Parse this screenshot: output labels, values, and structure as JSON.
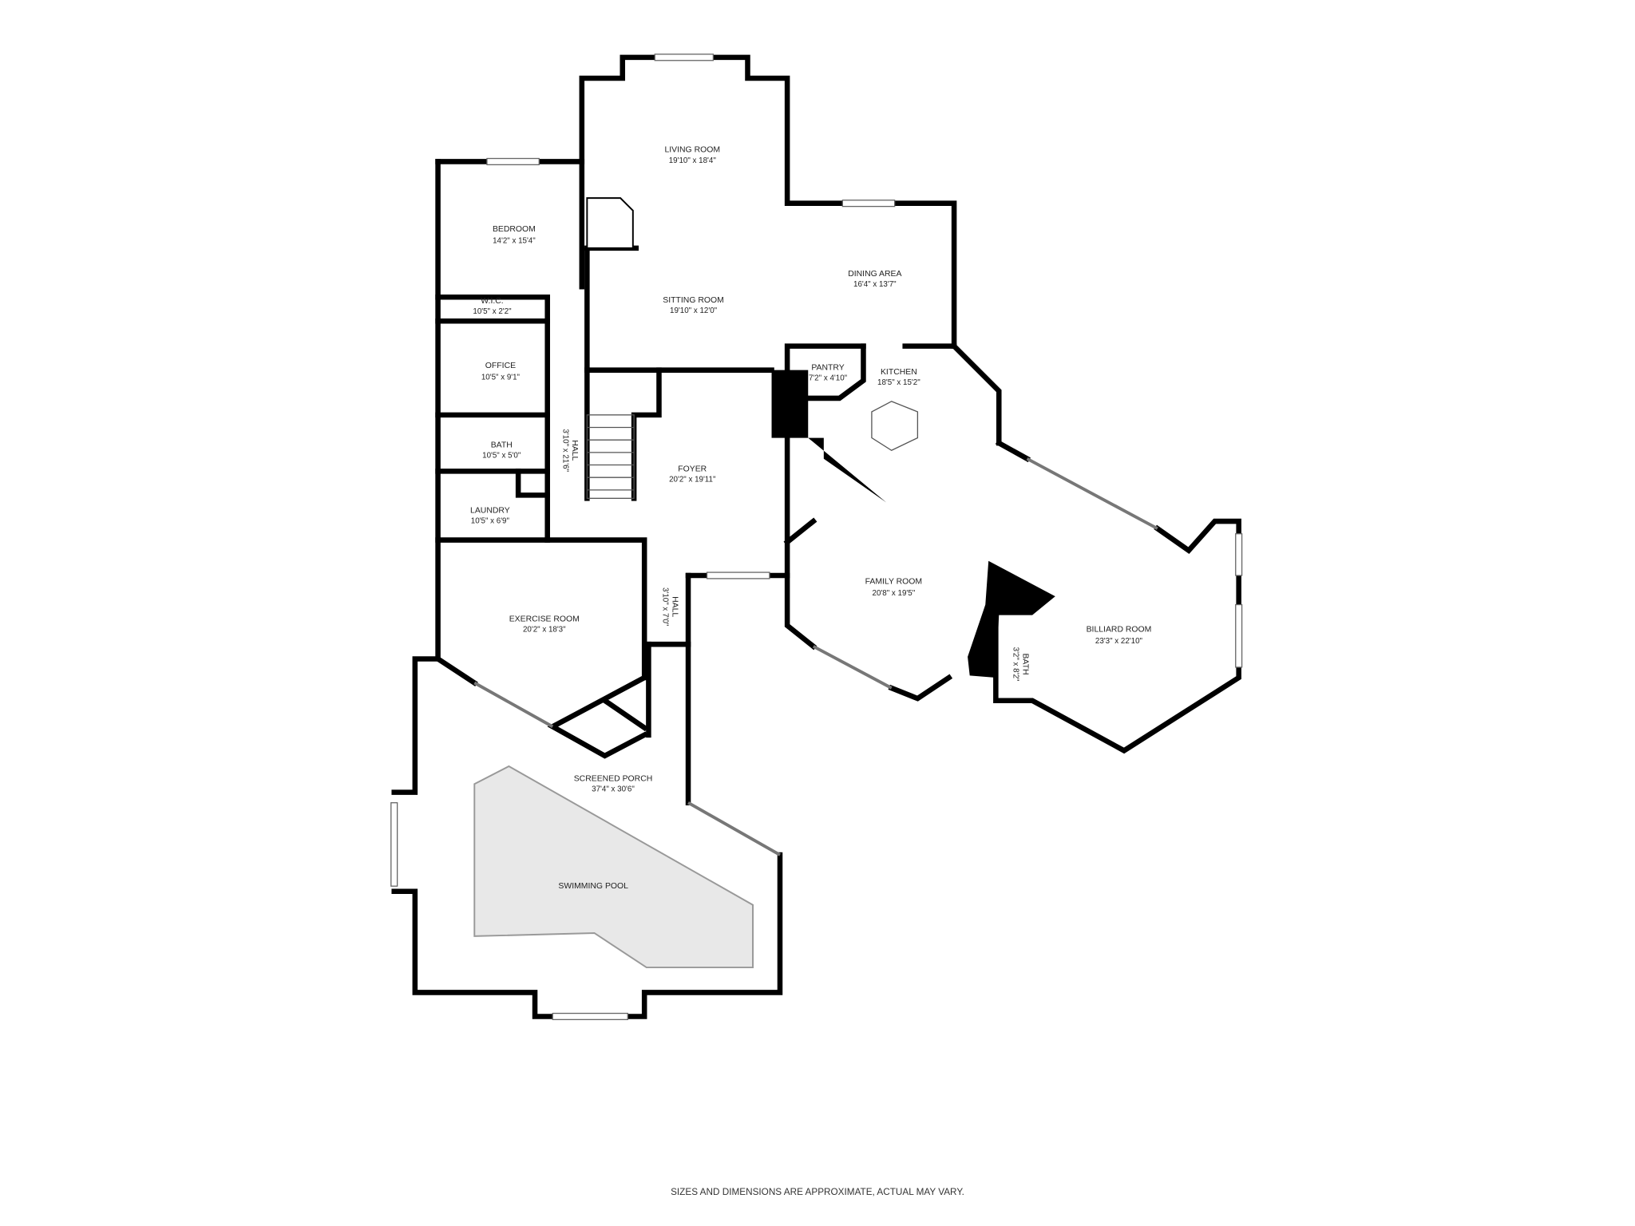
{
  "rooms": {
    "living_room": {
      "name": "LIVING ROOM",
      "dim": "19'10\" x 18'4\""
    },
    "bedroom": {
      "name": "BEDROOM",
      "dim": "14'2\" x 15'4\""
    },
    "wic": {
      "name": "W.I.C.",
      "dim": "10'5\" x 2'2\""
    },
    "office": {
      "name": "OFFICE",
      "dim": "10'5\" x 9'1\""
    },
    "bath": {
      "name": "BATH",
      "dim": "10'5\" x 5'0\""
    },
    "laundry": {
      "name": "LAUNDRY",
      "dim": "10'5\" x 6'9\""
    },
    "hall_1": {
      "name": "HALL",
      "dim": "3'10\" x 21'6\""
    },
    "sitting_room": {
      "name": "SITTING ROOM",
      "dim": "19'10\" x 12'0\""
    },
    "dining_area": {
      "name": "DINING AREA",
      "dim": "16'4\" x 13'7\""
    },
    "pantry": {
      "name": "PANTRY",
      "dim": "7'2\" x 4'10\""
    },
    "kitchen": {
      "name": "KITCHEN",
      "dim": "18'5\" x 15'2\""
    },
    "foyer": {
      "name": "FOYER",
      "dim": "20'2\" x 19'11\""
    },
    "hall_2": {
      "name": "HALL",
      "dim": "3'10\" x 7'0\""
    },
    "exercise_room": {
      "name": "EXERCISE ROOM",
      "dim": "20'2\" x 18'3\""
    },
    "family_room": {
      "name": "FAMILY ROOM",
      "dim": "20'8\" x 19'5\""
    },
    "billiard_room": {
      "name": "BILLIARD ROOM",
      "dim": "23'3\" x 22'10\""
    },
    "bath_2": {
      "name": "BATH",
      "dim": "3'2\" x 8'2\""
    },
    "screened_porch": {
      "name": "SCREENED PORCH",
      "dim": "37'4\" x 30'6\""
    },
    "swimming_pool": {
      "name": "SWIMMING POOL"
    }
  },
  "footer": "SIZES AND DIMENSIONS ARE APPROXIMATE, ACTUAL MAY VARY.",
  "colors": {
    "wall": "#000000",
    "pool": "#e8e8e8"
  }
}
